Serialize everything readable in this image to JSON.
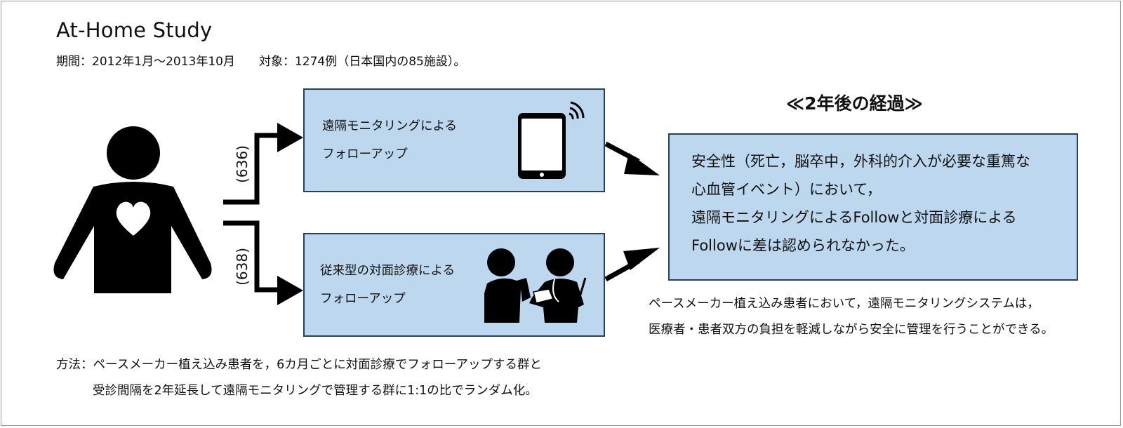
{
  "title": "At-Home Study",
  "subtitle": "期間：2012年1月〜2013年10月　　対象：1274例（日本国内の85施設）。",
  "arm_remote": {
    "count": "(636)",
    "line1": "遠隔モニタリングによる",
    "line2": "フォローアップ"
  },
  "arm_conventional": {
    "count": "(638)",
    "line1": "従来型の対面診療による",
    "line2": "フォローアップ"
  },
  "result": {
    "heading": "≪2年後の経過≫",
    "line1": "安全性（死亡，脳卒中，外科的介入が必要な重篤な",
    "line2": "心血管イベント）において，",
    "line3": "遠隔モニタリングによるFollowと対面診療による",
    "line4": "Followに差は認められなかった。"
  },
  "conclusion": {
    "line1": "ペースメーカー植え込み患者において，遠隔モニタリングシステムは，",
    "line2": "医療者・患者双方の負担を軽減しながら安全に管理を行うことができる。"
  },
  "method": {
    "line1": "方法：ペースメーカー植え込み患者を，6カ月ごとに対面診療でフォローアップする群と",
    "line2": "受診間隔を2年延長して遠隔モニタリングで管理する群に1:1の比でランダム化。"
  },
  "colors": {
    "box_fill": "#bdd7ee",
    "box_border": "#2a3f5c",
    "icon": "#000000"
  }
}
